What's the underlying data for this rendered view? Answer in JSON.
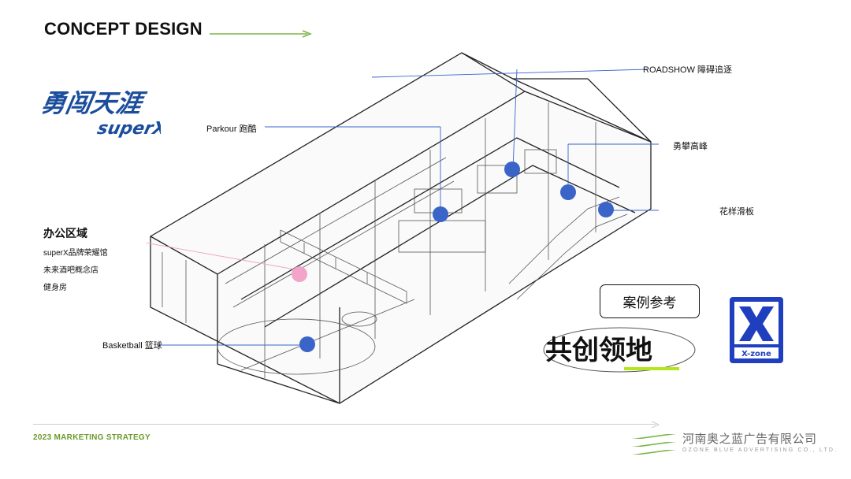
{
  "header": {
    "title": "CONCEPT DESIGN",
    "accent_color": "#7ab648"
  },
  "brand": {
    "logo_text": "勇闯天涯",
    "logo_sub": "superX",
    "color": "#1a4d9c"
  },
  "callouts": {
    "roadshow": "ROADSHOW 障碍追逐",
    "parkour": "Parkour 跑酷",
    "climb": "勇攀高峰",
    "skate": "花样滑板",
    "basketball": "Basketball 篮球"
  },
  "office": {
    "title": "办公区域",
    "items": [
      "superX品牌荣耀馆",
      "未来酒吧概念店",
      "健身房"
    ]
  },
  "case": {
    "label": "案例参考",
    "gongchuang_text": "共创领地",
    "xzone_text": "X-zone"
  },
  "footer": {
    "left": "2023 MARKETING STRATEGY",
    "company_cn": "河南奥之蓝广告有限公司",
    "company_en": "OZONE BLUE ADVERTISING CO., LTD."
  },
  "colors": {
    "marker_blue": "#3b64c8",
    "marker_pink": "#f2a5c8",
    "footer_green": "#6e9a2a"
  }
}
